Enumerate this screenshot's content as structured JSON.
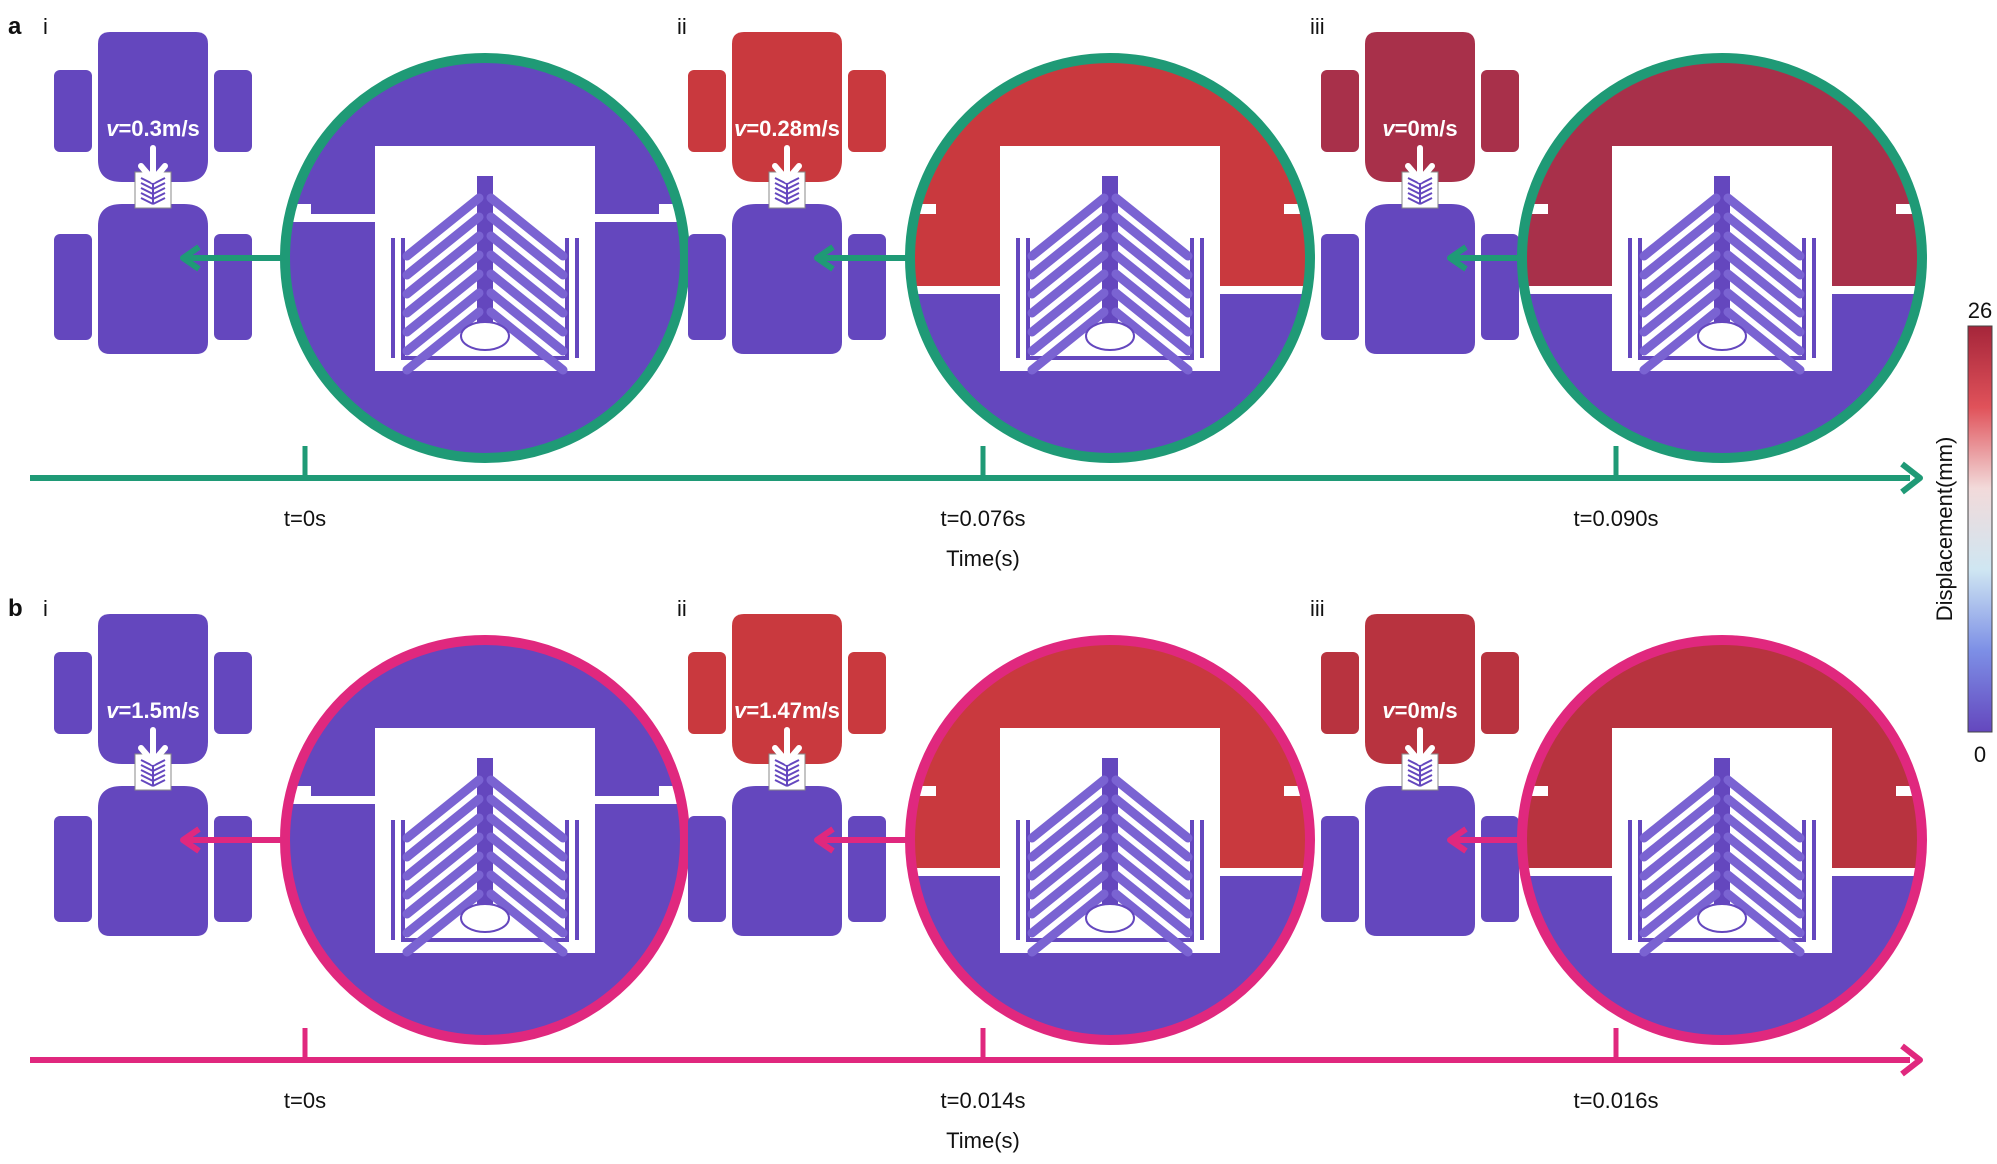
{
  "colors": {
    "purple": "#6447be",
    "purple_light": "#7a63d2",
    "red": "#c9393e",
    "red_dark": "#a8304a",
    "green": "#1f9a76",
    "pink": "#e0287e",
    "white": "#ffffff"
  },
  "rows": [
    {
      "label": "a",
      "accent": "#1f9a76",
      "time_axis_label": "Time(s)",
      "panels": [
        {
          "roman": "i",
          "velocity_symbol": "v",
          "velocity_value": "=0.3m/s",
          "time": "t=0s",
          "top_color": "#6447be"
        },
        {
          "roman": "ii",
          "velocity_symbol": "v",
          "velocity_value": "=0.28m/s",
          "time": "t=0.076s",
          "top_color": "#c9393e"
        },
        {
          "roman": "iii",
          "velocity_symbol": "v",
          "velocity_value": "=0m/s",
          "time": "t=0.090s",
          "top_color": "#a8304a"
        }
      ]
    },
    {
      "label": "b",
      "accent": "#e0287e",
      "time_axis_label": "Time(s)",
      "panels": [
        {
          "roman": "i",
          "velocity_symbol": "v",
          "velocity_value": "=1.5m/s",
          "time": "t=0s",
          "top_color": "#6447be"
        },
        {
          "roman": "ii",
          "velocity_symbol": "v",
          "velocity_value": "=1.47m/s",
          "time": "t=0.014s",
          "top_color": "#c9393e"
        },
        {
          "roman": "iii",
          "velocity_symbol": "v",
          "velocity_value": "=0m/s",
          "time": "t=0.016s",
          "top_color": "#b8333f"
        }
      ]
    }
  ],
  "colorbar": {
    "label": "Displacement(mm)",
    "max_label": "26",
    "min_label": "0",
    "stops": [
      "#6447be",
      "#7d8fe6",
      "#cfe6f2",
      "#f2dada",
      "#e0525a",
      "#a5253a"
    ]
  }
}
